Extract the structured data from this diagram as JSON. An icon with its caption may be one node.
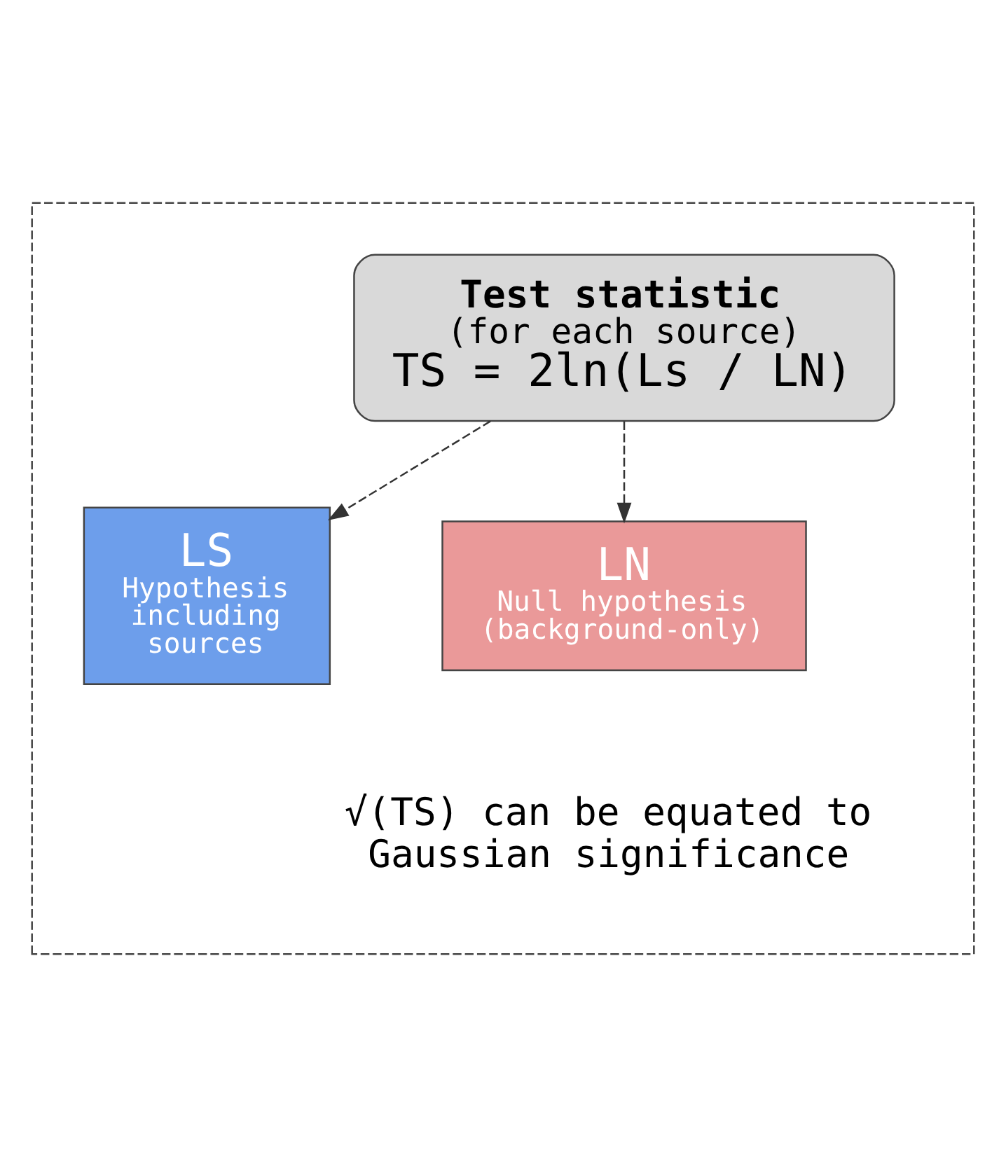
{
  "diagram": {
    "nodes": [
      {
        "text": [],
        "shape": "box"
      },
      {
        "text": [
          "Test statistic",
          "(for each source)",
          "TS = 2ln(Ls / LN)"
        ],
        "in": 0
      },
      {
        "text": [
          "LS",
          "Hypothesis including sources"
        ],
        "in": 0
      },
      {
        "text": [
          "LN",
          "Null hypothesis (background-only)"
        ],
        "in": 0
      }
    ],
    "edges": [
      {
        "from": 1,
        "to": 2,
        "arrow": "to",
        "style": "dashed"
      },
      {
        "from": 1,
        "to": 3,
        "arrow": "to",
        "style": "dashed"
      }
    ],
    "labels": [
      "√(TS) can be equated to Gaussian significance"
    ]
  }
}
